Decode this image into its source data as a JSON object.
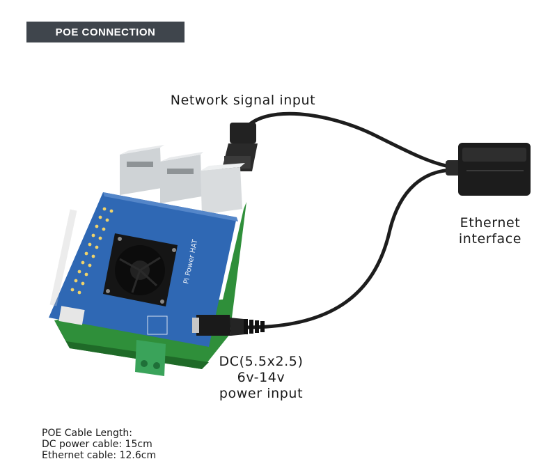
{
  "header": {
    "title": "POE CONNECTION"
  },
  "labels": {
    "network": "Network signal input",
    "ethernet_line1": "Ethernet",
    "ethernet_line2": "interface",
    "dc_line1": "DC(5.5x2.5)",
    "dc_line2": "6v-14v",
    "dc_line3": "power input"
  },
  "board_text": {
    "hat_title": "Pi Power HAT"
  },
  "notes": {
    "line1": "POE Cable Length:",
    "line2": "DC power cable: 15cm",
    "line3": "Ethernet cable: 12.6cm"
  }
}
